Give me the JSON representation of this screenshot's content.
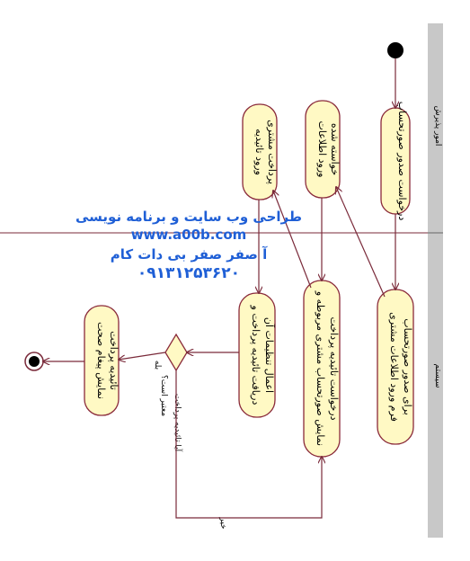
{
  "colors": {
    "edge": "#7a2a3a",
    "node_fill": "#fff9c4",
    "node_stroke": "#8a2a3a",
    "lane_bar": "#c8c8c8",
    "watermark": "#1f5fd6"
  },
  "swimlanes": {
    "top_label": "امور پذیرش",
    "bottom_label": "سیستم"
  },
  "nodes": {
    "n1": "درخواست صدور صورتحساب",
    "n2": [
      "ورود اطلاعات",
      "خواسته شده"
    ],
    "n3": [
      "ورود تائیدیه",
      "پرداخت مشتری"
    ],
    "n4": [
      "فرم ورود اطلاعات مشتری",
      "برای صدور صورتحساب"
    ],
    "n5": [
      "نمایش صورتحساب مشتری مربوطه و",
      "درخواست تائیدیه پرداخت"
    ],
    "n6": [
      "دریافت تائیدیه پرداخت و",
      "اعمال تنظیمات آن"
    ],
    "n7": [
      "نمایش پیغام صحت",
      "تائیدیه پرداخت"
    ],
    "decision_question": [
      "آیا تائیدیه پرداخت",
      "معتبر است؟"
    ],
    "yes_label": "بله",
    "no_label": "خیر"
  },
  "watermark": {
    "line1": "طراحی وب سایت و برنامه نویسی",
    "line2": "www.a00b.com",
    "line3": "آ صفر صفر بی دات کام",
    "line4": "۰۹۱۳۱۲۵۳۶۲۰"
  }
}
